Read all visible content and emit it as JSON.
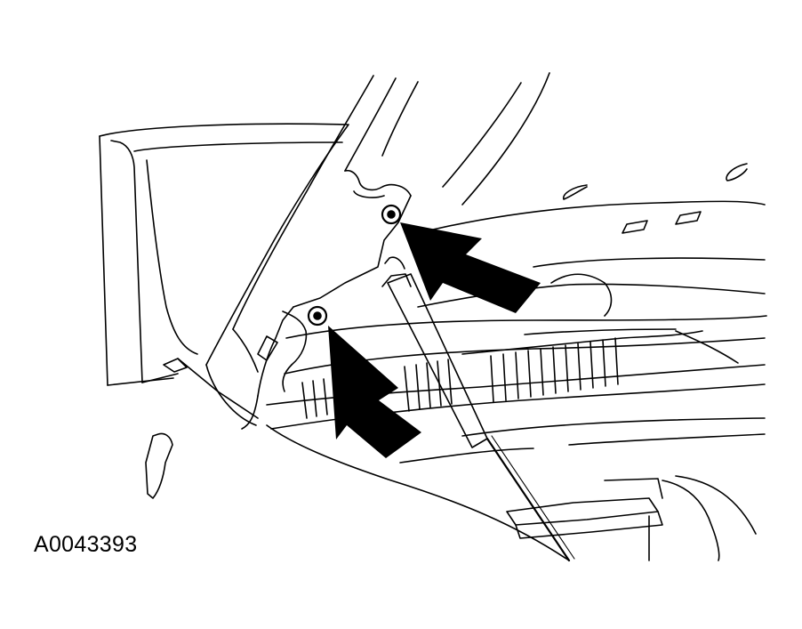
{
  "figure": {
    "reference_number": "A0043393",
    "arrows": [
      {
        "target": "upper-bolt",
        "icon": "arrow-icon"
      },
      {
        "target": "lower-bolt",
        "icon": "arrow-icon"
      }
    ]
  }
}
